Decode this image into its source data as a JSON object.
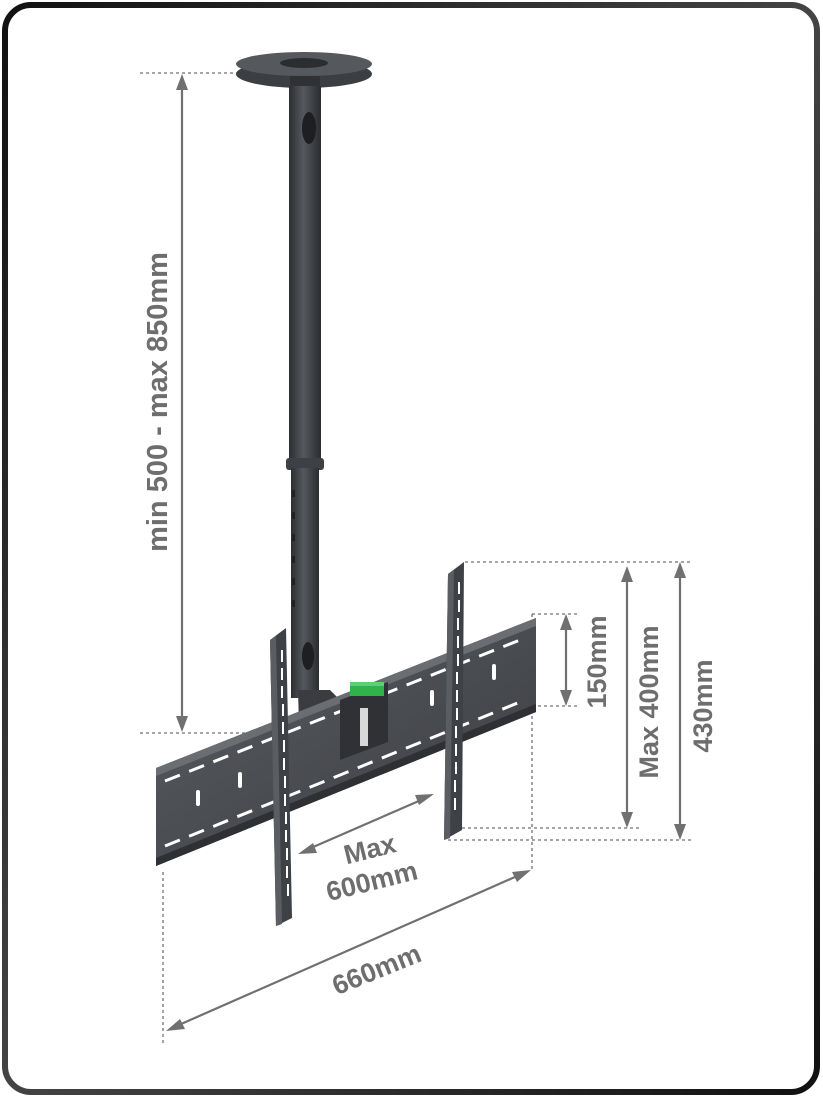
{
  "labels": {
    "height_range": "min 500 - max 850mm",
    "max_400": "Max 400mm",
    "h_430": "430mm",
    "h_150": "150mm",
    "max_word": "Max",
    "w_600": "600mm",
    "w_660": "660mm"
  },
  "colors": {
    "frame": "#2a2a2a",
    "metal": "#4a4d52",
    "metal_dark": "#2f3135",
    "dimension": "#6e6e6e",
    "level_indicator": "#2fb34a"
  },
  "icons": {
    "product": "ceiling-tv-mount"
  }
}
